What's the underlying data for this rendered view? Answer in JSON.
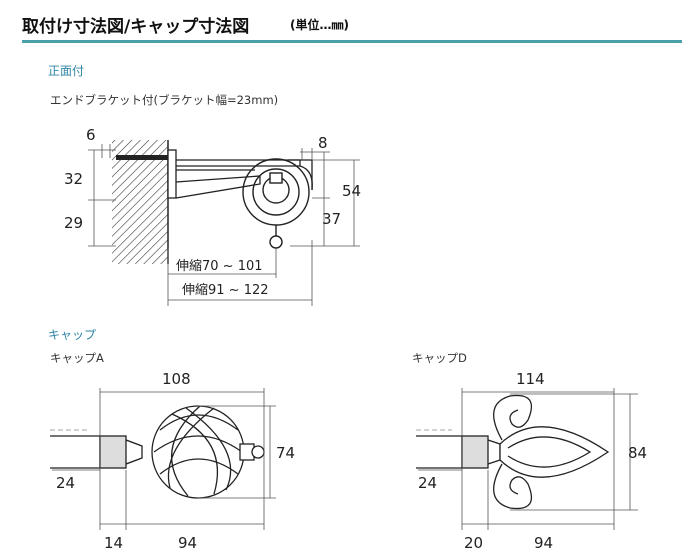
{
  "header": {
    "title": "取付け寸法図/キャップ寸法図",
    "unit": "(単位…㎜)"
  },
  "front": {
    "section_label": "正面付",
    "caption": "エンドブラケット付(ブラケット幅=23mm)",
    "dims": {
      "d6": "6",
      "d32": "32",
      "d29": "29",
      "d8": "8",
      "d54": "54",
      "d37": "37",
      "ext1": "伸縮70 ~ 101",
      "ext2": "伸縮91 ~ 122"
    }
  },
  "caps": {
    "section_label": "キャップ",
    "a": {
      "label": "キャップA",
      "width": "108",
      "height": "74",
      "rod": "24",
      "left": "14",
      "right": "94"
    },
    "d": {
      "label": "キャップD",
      "width": "114",
      "height": "84",
      "rod": "24",
      "left": "20",
      "right": "94"
    }
  },
  "colors": {
    "accent": "#4aa0a8",
    "section_text": "#2f86a6"
  }
}
